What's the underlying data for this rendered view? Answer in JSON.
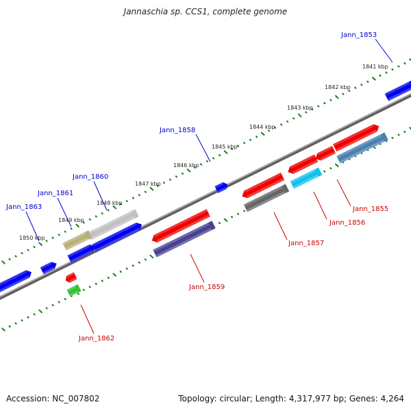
{
  "title": "Jannaschia sp. CCS1, complete genome",
  "footer": {
    "accession": "Accession: NC_007802",
    "summary": "Topology: circular; Length: 4,317,977 bp; Genes: 4,264"
  },
  "colors": {
    "backbone": "#8a8a8a",
    "tick": "#1a7a1a",
    "forward_label": "#0000cc",
    "reverse_label": "#cc0000"
  },
  "ruler_labels": [
    "1841 kbp",
    "1842 kbp",
    "1843 kbp",
    "1844 kbp",
    "1845 kbp",
    "1846 kbp",
    "1847 kbp",
    "1848 kbp",
    "1849 kbp",
    "1850 kbp"
  ],
  "features": [
    {
      "id": "f_1853",
      "strand": "forward",
      "color": "#0000ee",
      "label": "Jann_1853"
    },
    {
      "id": "f_1854",
      "strand": "reverse",
      "color": "#ee0000",
      "label": ""
    },
    {
      "id": "f_1855a",
      "strand": "reverse",
      "color": "#ee0000",
      "label": ""
    },
    {
      "id": "f_1855",
      "strand": "reverse",
      "color": "#4a7fb0",
      "label": "Jann_1855"
    },
    {
      "id": "f_1856a",
      "strand": "reverse",
      "color": "#ee0000",
      "label": ""
    },
    {
      "id": "f_1856",
      "strand": "reverse",
      "color": "#12c0f0",
      "label": "Jann_1856"
    },
    {
      "id": "f_1857a",
      "strand": "reverse",
      "color": "#ee0000",
      "label": ""
    },
    {
      "id": "f_1857",
      "strand": "reverse",
      "color": "#666666",
      "label": "Jann_1857"
    },
    {
      "id": "f_1858",
      "strand": "forward",
      "color": "#0000ee",
      "label": "Jann_1858"
    },
    {
      "id": "f_1859a",
      "strand": "reverse",
      "color": "#ee0000",
      "label": ""
    },
    {
      "id": "f_1859",
      "strand": "reverse",
      "color": "#4a4090",
      "label": "Jann_1859"
    },
    {
      "id": "f_1860a",
      "strand": "forward",
      "color": "#0000ee",
      "label": ""
    },
    {
      "id": "f_1860",
      "strand": "forward",
      "color": "#c0c0c0",
      "label": "Jann_1860"
    },
    {
      "id": "f_1861a",
      "strand": "forward",
      "color": "#0000ee",
      "label": ""
    },
    {
      "id": "f_1861",
      "strand": "forward",
      "color": "#b8b078",
      "label": "Jann_1861"
    },
    {
      "id": "f_1862a",
      "strand": "reverse",
      "color": "#ee0000",
      "label": ""
    },
    {
      "id": "f_1862",
      "strand": "reverse",
      "color": "#30c030",
      "label": "Jann_1862"
    },
    {
      "id": "f_1863a",
      "strand": "forward",
      "color": "#0000ee",
      "label": ""
    },
    {
      "id": "f_1863",
      "strand": "forward",
      "color": "#0000ee",
      "label": "Jann_1863"
    }
  ],
  "gene_labels": [
    {
      "text": "Jann_1853",
      "strand": "forward"
    },
    {
      "text": "Jann_1858",
      "strand": "forward"
    },
    {
      "text": "Jann_1860",
      "strand": "forward"
    },
    {
      "text": "Jann_1861",
      "strand": "forward"
    },
    {
      "text": "Jann_1863",
      "strand": "forward"
    },
    {
      "text": "Jann_1855",
      "strand": "reverse"
    },
    {
      "text": "Jann_1856",
      "strand": "reverse"
    },
    {
      "text": "Jann_1857",
      "strand": "reverse"
    },
    {
      "text": "Jann_1859",
      "strand": "reverse"
    },
    {
      "text": "Jann_1862",
      "strand": "reverse"
    }
  ]
}
